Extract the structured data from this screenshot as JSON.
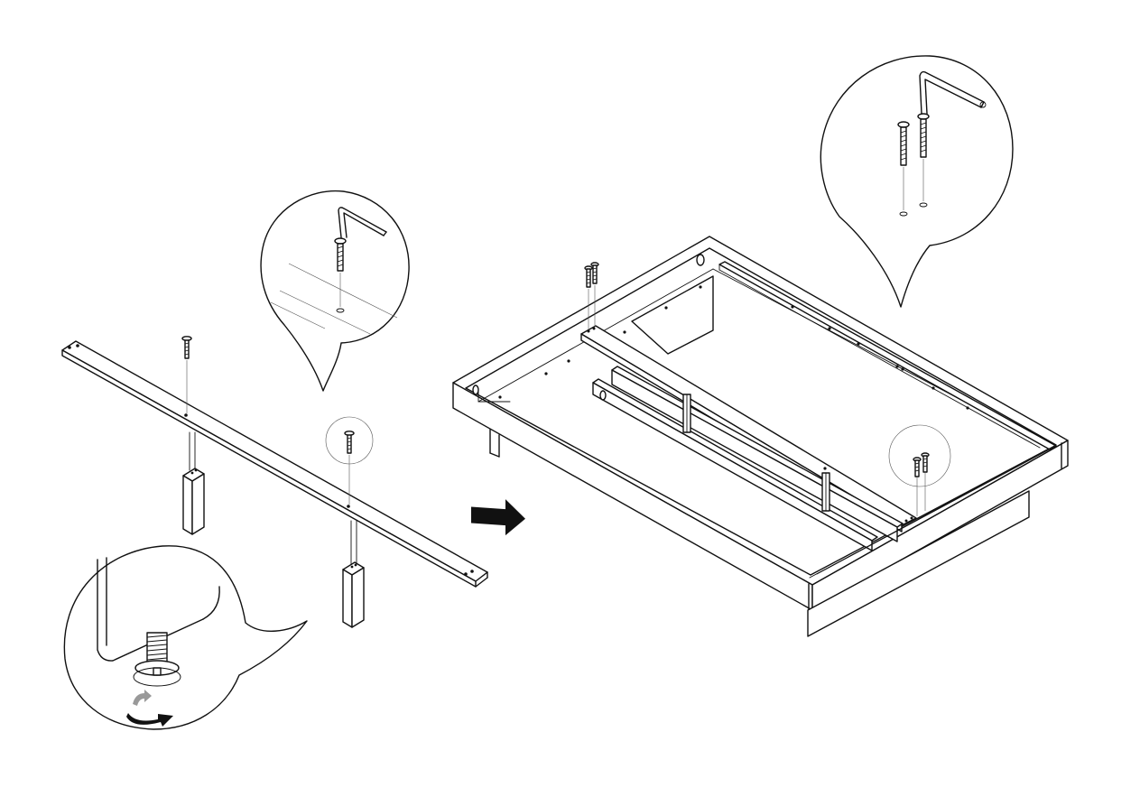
{
  "diagram": {
    "type": "assembly-instruction",
    "steps": [
      {
        "id": "attach-center-legs",
        "parts": [
          "center-rail",
          "support-leg",
          "support-leg",
          "screw",
          "screw"
        ]
      },
      {
        "id": "mount-rail-in-frame",
        "parts": [
          "bed-frame",
          "center-rail",
          "screw",
          "screw",
          "screw",
          "screw"
        ]
      }
    ],
    "tools": [
      "allen-key"
    ],
    "callouts": [
      "screw-detail",
      "adjust-foot-detail",
      "frame-screw-detail"
    ],
    "colors": {
      "line": "#111111",
      "background": "#ffffff",
      "arrow": "#111111",
      "rotate-arrow-light": "#999999"
    }
  }
}
